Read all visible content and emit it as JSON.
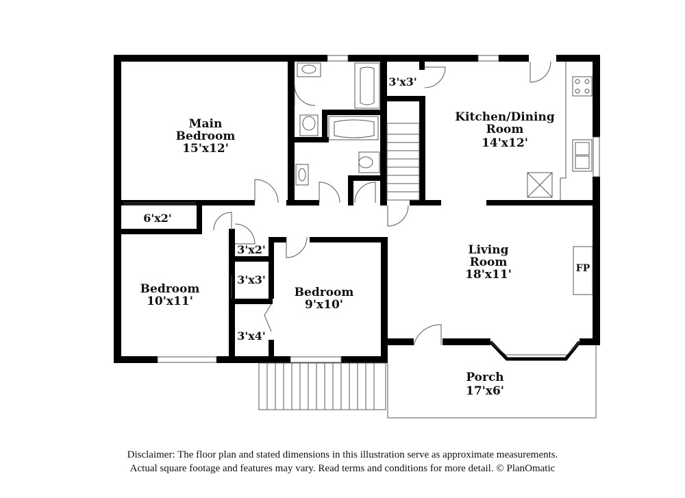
{
  "rooms": {
    "main_bedroom": {
      "name_line1": "Main",
      "name_line2": "Bedroom",
      "size": "15'x12'"
    },
    "kitchen_dining": {
      "name_line1": "Kitchen/Dining",
      "name_line2": "Room",
      "size": "14'x12'"
    },
    "closet_top": {
      "size": "3'x3'"
    },
    "closet_main": {
      "size": "6'x2'"
    },
    "closet_a": {
      "size": "3'x2'"
    },
    "closet_b": {
      "size": "3'x3'"
    },
    "closet_c": {
      "size": "3'x4'"
    },
    "bedroom_left": {
      "name": "Bedroom",
      "size": "10'x11'"
    },
    "bedroom_center": {
      "name": "Bedroom",
      "size": "9'x10'"
    },
    "living_room": {
      "name_line1": "Living",
      "name_line2": "Room",
      "size": "18'x11'"
    },
    "fireplace": {
      "label": "FP"
    },
    "porch": {
      "name": "Porch",
      "size": "17'x6'"
    }
  },
  "disclaimer": {
    "line1": "Disclaimer: The floor plan and stated dimensions in this illustration serve as approximate measurements.",
    "line2": "Actual square footage and features may vary. Read terms and conditions for more detail. © PlanOmatic"
  },
  "colors": {
    "wall": "#000000",
    "thin_line": "#555555",
    "background": "#ffffff"
  }
}
